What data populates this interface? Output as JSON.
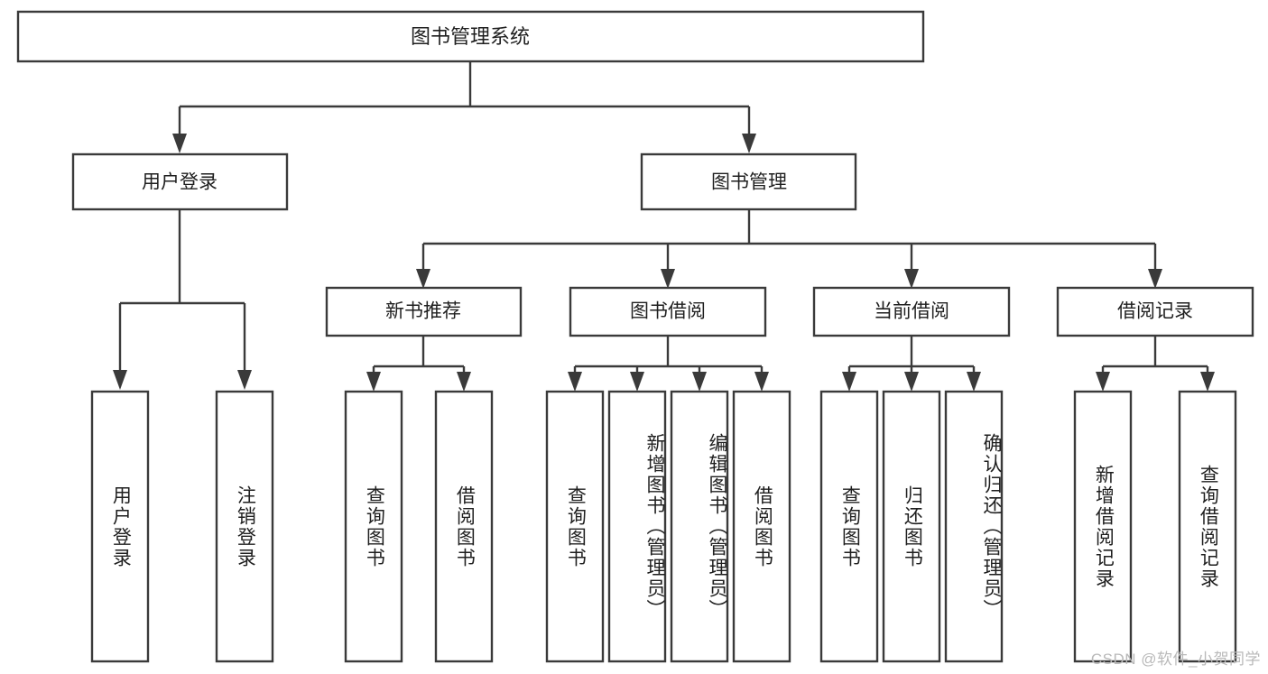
{
  "diagram": {
    "type": "tree-flowchart",
    "title": "图书管理系统",
    "watermark": "CSDN @软件_小贺同学",
    "colors": {
      "box_fill": "#ffffff",
      "box_stroke": "#3a3a3a",
      "text": "#1f1f1f",
      "watermark": "#b9b9b9",
      "background": "#ffffff"
    },
    "root": {
      "label": "图书管理系统"
    },
    "level2": [
      {
        "label": "用户登录"
      },
      {
        "label": "图书管理"
      }
    ],
    "level3": [
      {
        "label": "新书推荐"
      },
      {
        "label": "图书借阅"
      },
      {
        "label": "当前借阅"
      },
      {
        "label": "借阅记录"
      }
    ],
    "leaves": {
      "user_login": [
        {
          "label": "用户登录"
        },
        {
          "label": "注销登录"
        }
      ],
      "new_book": [
        {
          "label": "查询图书"
        },
        {
          "label": "借阅图书"
        }
      ],
      "book_borrow": [
        {
          "label": "查询图书"
        },
        {
          "label": "新增图书（管理员）"
        },
        {
          "label": "编辑图书（管理员）"
        },
        {
          "label": "借阅图书"
        }
      ],
      "current_borrow": [
        {
          "label": "查询图书"
        },
        {
          "label": "归还图书"
        },
        {
          "label": "确认归还（管理员）"
        }
      ],
      "borrow_record": [
        {
          "label": "新增借阅记录"
        },
        {
          "label": "查询借阅记录"
        }
      ]
    }
  }
}
